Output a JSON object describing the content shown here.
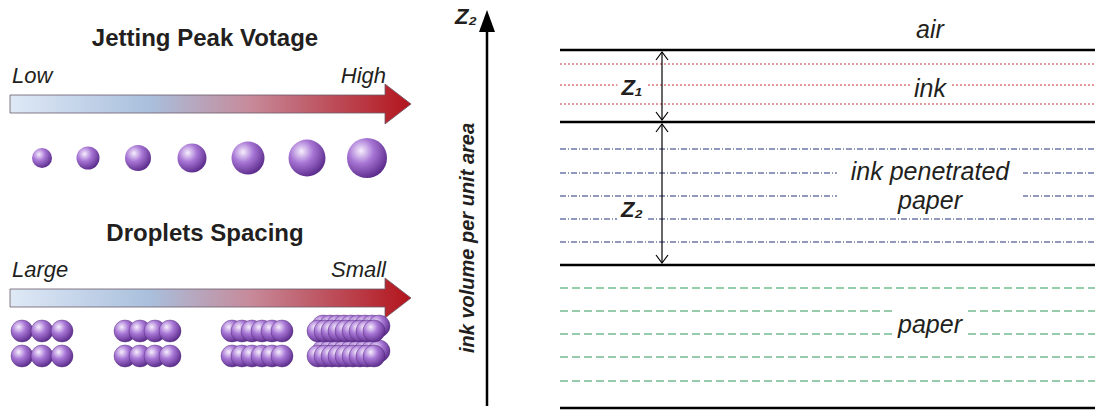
{
  "diagram": {
    "labels": [
      "Jetting Peak Votage",
      "Low",
      "High",
      "Droplets Spacing",
      "Large",
      "Small",
      "Z₂",
      "ink volume per unit area",
      "air",
      "Z₁",
      "ink",
      "Z₂",
      "ink penetrated paper",
      "paper"
    ]
  }
}
